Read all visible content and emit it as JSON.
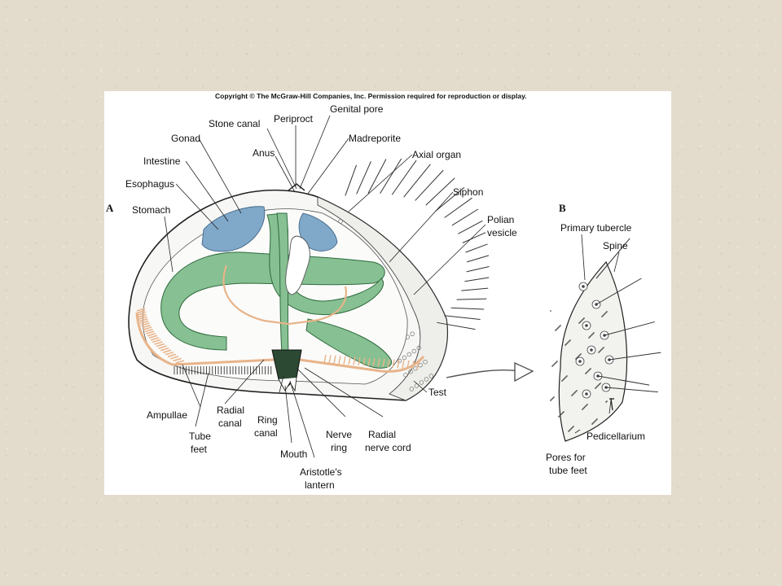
{
  "copyright": "Copyright © The McGraw-Hill Companies, Inc. Permission required for reproduction or display.",
  "panel_a_letter": "A",
  "panel_b_letter": "B",
  "labels": {
    "genital_pore": "Genital pore",
    "periproct": "Periproct",
    "stone_canal": "Stone canal",
    "madreporite": "Madreporite",
    "gonad": "Gonad",
    "anus": "Anus",
    "axial_organ": "Axial organ",
    "intestine": "Intestine",
    "esophagus": "Esophagus",
    "siphon": "Siphon",
    "stomach": "Stomach",
    "polian_vesicle_1": "Polian",
    "polian_vesicle_2": "vesicle",
    "test": "Test",
    "ampullae": "Ampullae",
    "radial_canal_1": "Radial",
    "radial_canal_2": "canal",
    "ring_canal_1": "Ring",
    "ring_canal_2": "canal",
    "nerve_ring_1": "Nerve",
    "nerve_ring_2": "ring",
    "radial_nerve_cord_1": "Radial",
    "radial_nerve_cord_2": "nerve cord",
    "tube_feet_1": "Tube",
    "tube_feet_2": "feet",
    "mouth": "Mouth",
    "aristotles_lantern_1": "Aristotle's",
    "aristotles_lantern_2": "lantern",
    "primary_tubercle": "Primary tubercle",
    "spine": "Spine",
    "pedicellarium": "Pedicellarium",
    "pores_1": "Pores for",
    "pores_2": "tube feet"
  },
  "colors": {
    "gonad": "#7fa8c9",
    "water_vascular": "#7db88a",
    "radial_canal": "#e8b48a",
    "test_outline": "#222222"
  }
}
